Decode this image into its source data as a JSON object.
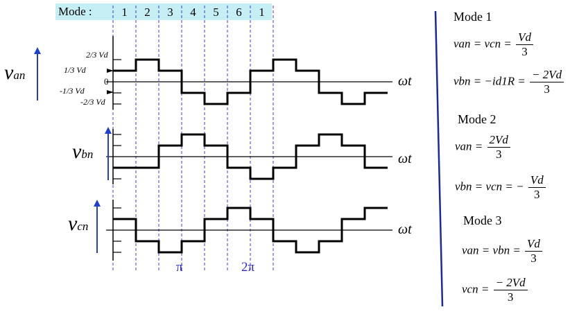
{
  "header": {
    "mode_label": "Mode :",
    "modes": [
      "1",
      "2",
      "3",
      "4",
      "5",
      "6",
      "1"
    ]
  },
  "waveform_labels": {
    "van": {
      "main": "v",
      "sub": "an"
    },
    "vbn": {
      "main": "v",
      "sub": "bn"
    },
    "vcn": {
      "main": "v",
      "sub": "cn"
    },
    "omega_t": "ωt",
    "pi": "π",
    "two_pi": "2π",
    "level_two_thirds": "2/3 Vd",
    "level_one_third": "1/3 Vd",
    "level_zero": "0",
    "level_neg_one_third": "-1/3 Vd",
    "level_neg_two_thirds": "-2/3 Vd"
  },
  "waveforms": {
    "van": [
      1,
      2,
      1,
      -1,
      -2,
      -1,
      1,
      2,
      1,
      -1,
      -2,
      -1
    ],
    "vbn": [
      -1,
      -1,
      1,
      2,
      1,
      -1,
      -2,
      -1,
      1,
      2,
      1,
      -1
    ],
    "vcn": [
      1,
      -1,
      -2,
      -1,
      1,
      2,
      1,
      -1,
      -2,
      -1,
      1,
      2
    ]
  },
  "equations": {
    "mode1_title": "Mode 1",
    "mode1_eq1_lhs": "van = vcn =",
    "mode1_eq1_num": "Vd",
    "mode1_eq1_den": "3",
    "mode1_eq2_lhs": "vbn = −id1R =",
    "mode1_eq2_num": "− 2Vd",
    "mode1_eq2_den": "3",
    "mode2_title": "Mode 2",
    "mode2_eq1_lhs": "van =",
    "mode2_eq1_num": "2Vd",
    "mode2_eq1_den": "3",
    "mode2_eq2_lhs": "vbn = vcn = −",
    "mode2_eq2_num": "Vd",
    "mode2_eq2_den": "3",
    "mode3_title": "Mode 3",
    "mode3_eq1_lhs": "van = vbn =",
    "mode3_eq1_num": "Vd",
    "mode3_eq1_den": "3",
    "mode3_eq2_lhs": "vcn =",
    "mode3_eq2_num": "− 2Vd",
    "mode3_eq2_den": "3"
  },
  "colors": {
    "header_bg": "#c6eef5",
    "dashed_line": "#3b3bd9",
    "arrow": "#1f3fd0",
    "divider": "#1a2a9a",
    "pi_text": "#2a2ad0"
  }
}
